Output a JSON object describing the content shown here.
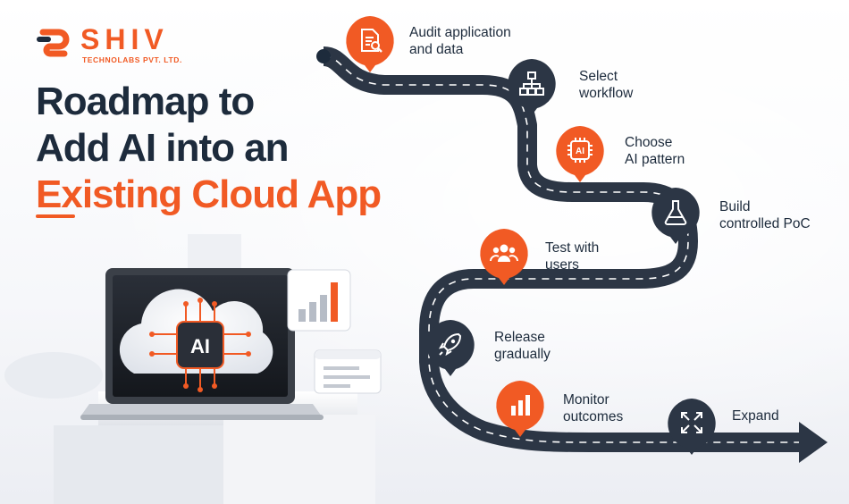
{
  "brand": {
    "name": "SHIV",
    "tagline": "TECHNOLABS PVT. LTD.",
    "accent_color": "#f15a24",
    "dark_color": "#1d2b3c"
  },
  "headline": {
    "line1": "Roadmap to",
    "line2": "Add AI into an",
    "line3": "Existing Cloud App"
  },
  "illustration": {
    "chip_text": "AI",
    "icons": [
      "cloud-icon",
      "laptop-icon",
      "bar-chart-card-icon",
      "document-card-icon"
    ]
  },
  "steps": [
    {
      "label_line1": "Audit application",
      "label_line2": "and data",
      "icon": "document-search-icon",
      "style": "orange"
    },
    {
      "label_line1": "Select",
      "label_line2": "workflow",
      "icon": "workflow-icon",
      "style": "dark"
    },
    {
      "label_line1": "Choose",
      "label_line2": "AI pattern",
      "icon": "ai-chip-icon",
      "style": "orange",
      "chip_text": "AI"
    },
    {
      "label_line1": "Build",
      "label_line2": "controlled PoC",
      "icon": "flask-icon",
      "style": "dark"
    },
    {
      "label_line1": "Test with",
      "label_line2": "users",
      "icon": "users-icon",
      "style": "orange"
    },
    {
      "label_line1": "Release",
      "label_line2": "gradually",
      "icon": "rocket-icon",
      "style": "dark"
    },
    {
      "label_line1": "Monitor",
      "label_line2": "outcomes",
      "icon": "bar-chart-icon",
      "style": "orange"
    },
    {
      "label_line1": "Expand",
      "label_line2": "",
      "icon": "expand-icon",
      "style": "dark"
    }
  ]
}
